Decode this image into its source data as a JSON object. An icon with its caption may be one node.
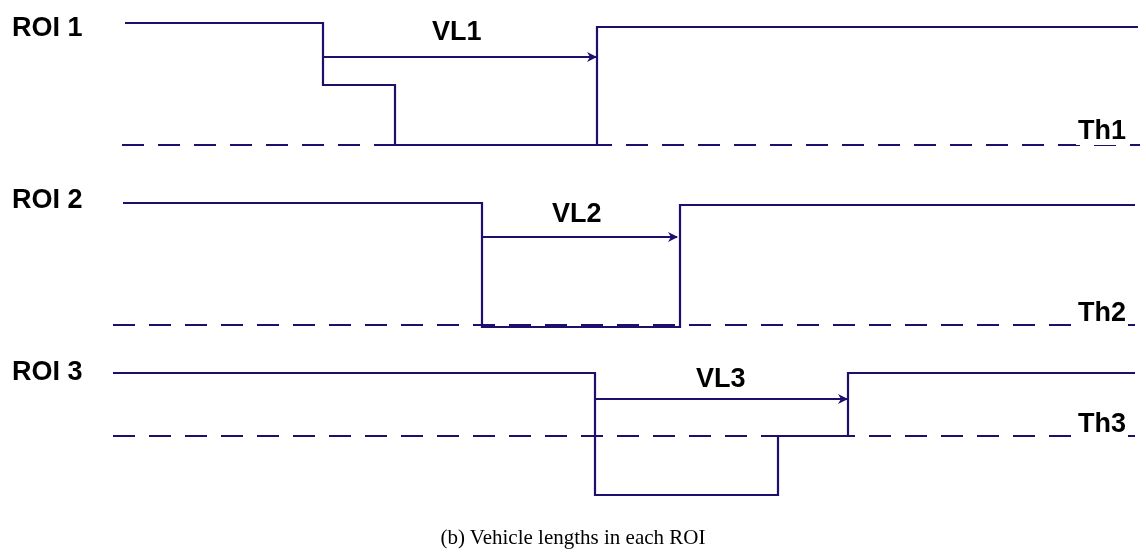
{
  "diagram": {
    "caption": "(b) Vehicle lengths in each ROI",
    "labels": [
      "ROI 1",
      "VL1",
      "Th1",
      "ROI 2",
      "VL2",
      "Th2",
      "ROI 3",
      "VL3",
      "Th3"
    ]
  }
}
